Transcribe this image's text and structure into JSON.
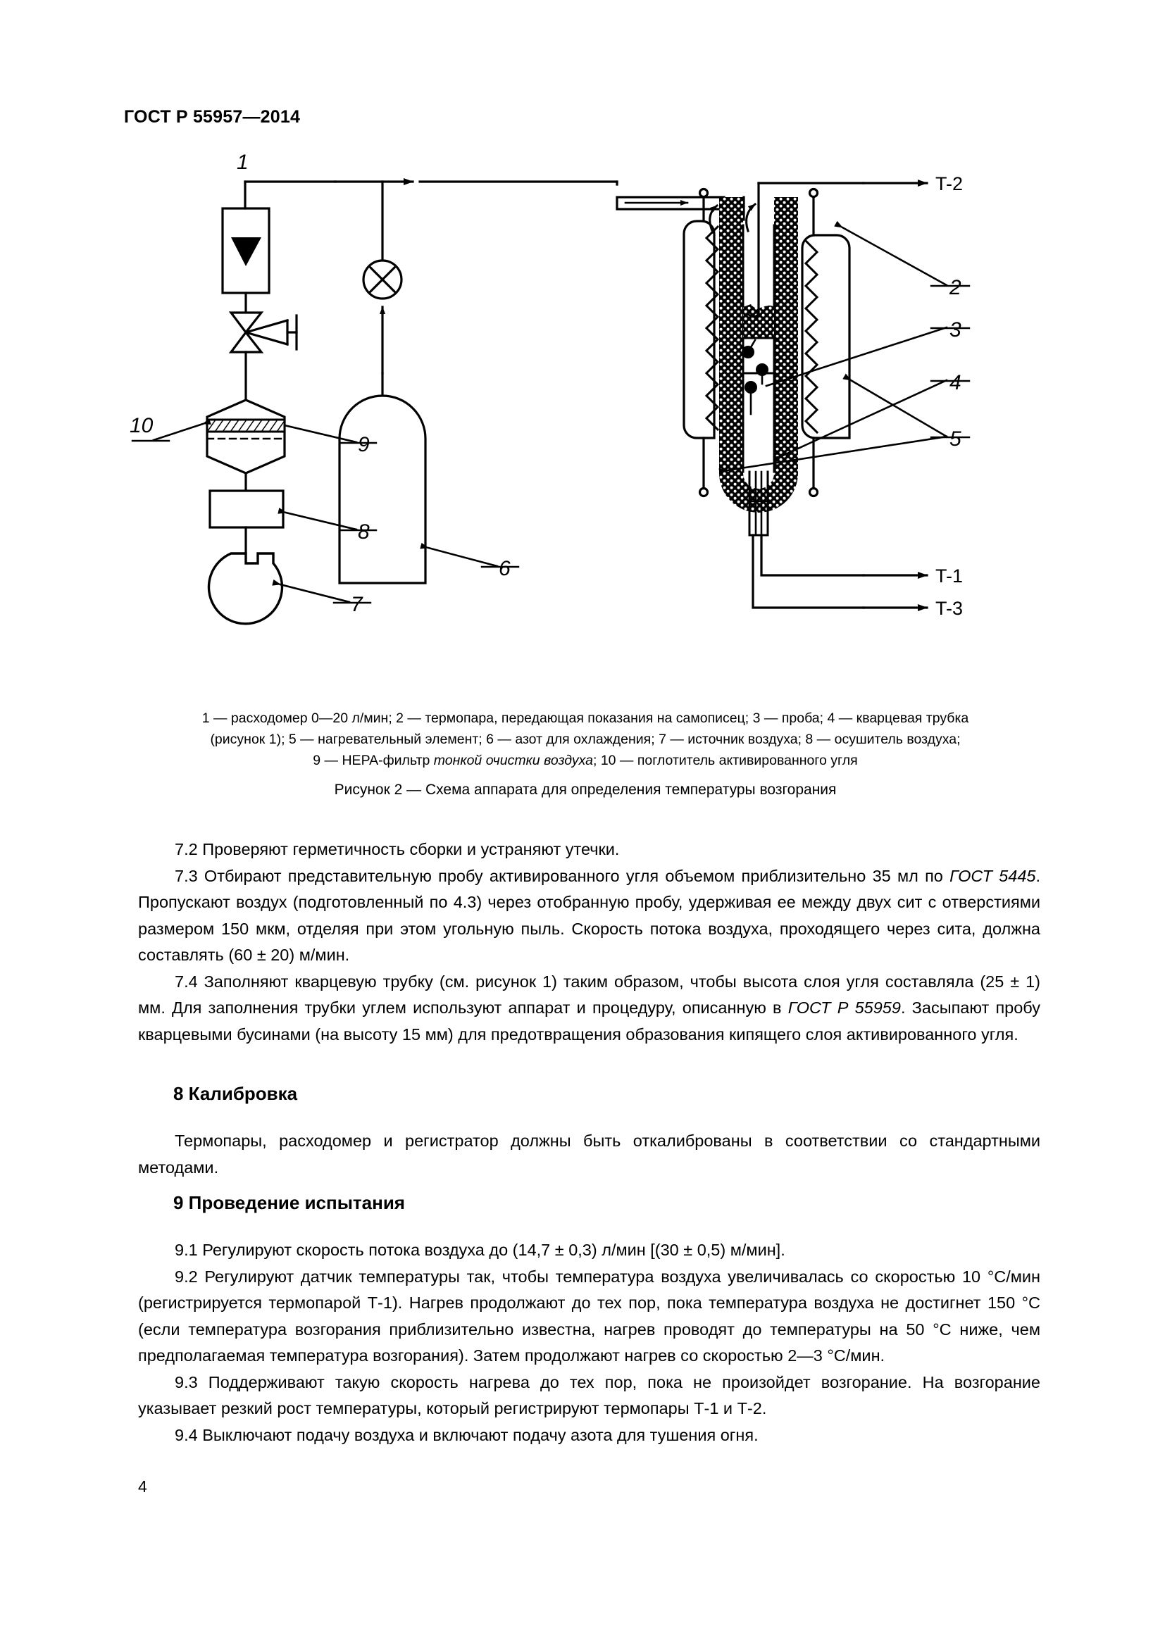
{
  "header": {
    "standard_id": "ГОСТ Р 55957—2014"
  },
  "figure": {
    "callouts": {
      "c1": "1",
      "c2": "2",
      "c3": "3",
      "c4": "4",
      "c5": "5",
      "c6": "6",
      "c7": "7",
      "c8": "8",
      "c9": "9",
      "c10": "10"
    },
    "thermocouple_outputs": {
      "t1": "T-1",
      "t2": "T-2",
      "t3": "T-3"
    },
    "legend_line1": "1 — расходомер 0—20 л/мин; 2 — термопара, передающая показания на самописец; 3 — проба; 4 — кварцевая трубка",
    "legend_line2": "(рисунок 1); 5 — нагревательный элемент; 6 — азот для охлаждения; 7 — источник воздуха; 8 — осушитель воздуха;",
    "legend_line3_a": "9 — HEPA-фильтр ",
    "legend_line3_i": "тонкой очистки воздуха",
    "legend_line3_b": "; 10 — поглотитель активированного угля",
    "caption": "Рисунок 2 — Схема аппарата для определения температуры возгорания"
  },
  "section7": {
    "p72": "7.2 Проверяют герметичность сборки и устраняют утечки.",
    "p73_a": "7.3 Отбирают представительную пробу активированного угля объемом приблизительно 35 мл по ",
    "p73_i1": "ГОСТ 5445",
    "p73_b": ". Пропускают воздух (подготовленный по 4.3) через отобранную пробу, удерживая ее между двух сит с отверстиями размером 150 мкм, отделяя при этом угольную пыль. Скорость потока воздуха, проходящего через сита, должна составлять (60 ± 20) м/мин.",
    "p74_a": "7.4 Заполняют кварцевую трубку (см. рисунок 1) таким образом, чтобы высота слоя угля составляла (25 ± 1) мм. Для заполнения трубки углем используют аппарат и процедуру, описанную в ",
    "p74_i1": "ГОСТ Р 55959",
    "p74_b": ". Засыпают пробу кварцевыми бусинами (на высоту 15 мм) для предотвращения образования кипящего слоя активированного угля."
  },
  "section8": {
    "heading": "8 Калибровка",
    "p1": "Термопары, расходомер и регистратор должны быть откалиброваны в соответствии со стандартными методами."
  },
  "section9": {
    "heading": "9 Проведение испытания",
    "p91": "9.1 Регулируют скорость потока воздуха до (14,7 ± 0,3) л/мин [(30 ± 0,5) м/мин].",
    "p92": "9.2 Регулируют датчик температуры так, чтобы температура воздуха увеличивалась со скоростью 10 °C/мин (регистрируется термопарой Т-1). Нагрев продолжают до тех пор, пока температура воздуха не достигнет 150 °C (если температура возгорания приблизительно известна, нагрев проводят до температуры на 50 °C ниже, чем предполагаемая температура возгорания). Затем продолжают нагрев со скоростью 2—3 °C/мин.",
    "p93": "9.3 Поддерживают такую скорость нагрева до тех пор, пока не произойдет возгорание. На возгорание указывает резкий рост температуры, который регистрируют термопары Т-1 и Т-2.",
    "p94": "9.4 Выключают подачу воздуха и включают подачу азота для тушения огня."
  },
  "footer": {
    "page_number": "4"
  }
}
